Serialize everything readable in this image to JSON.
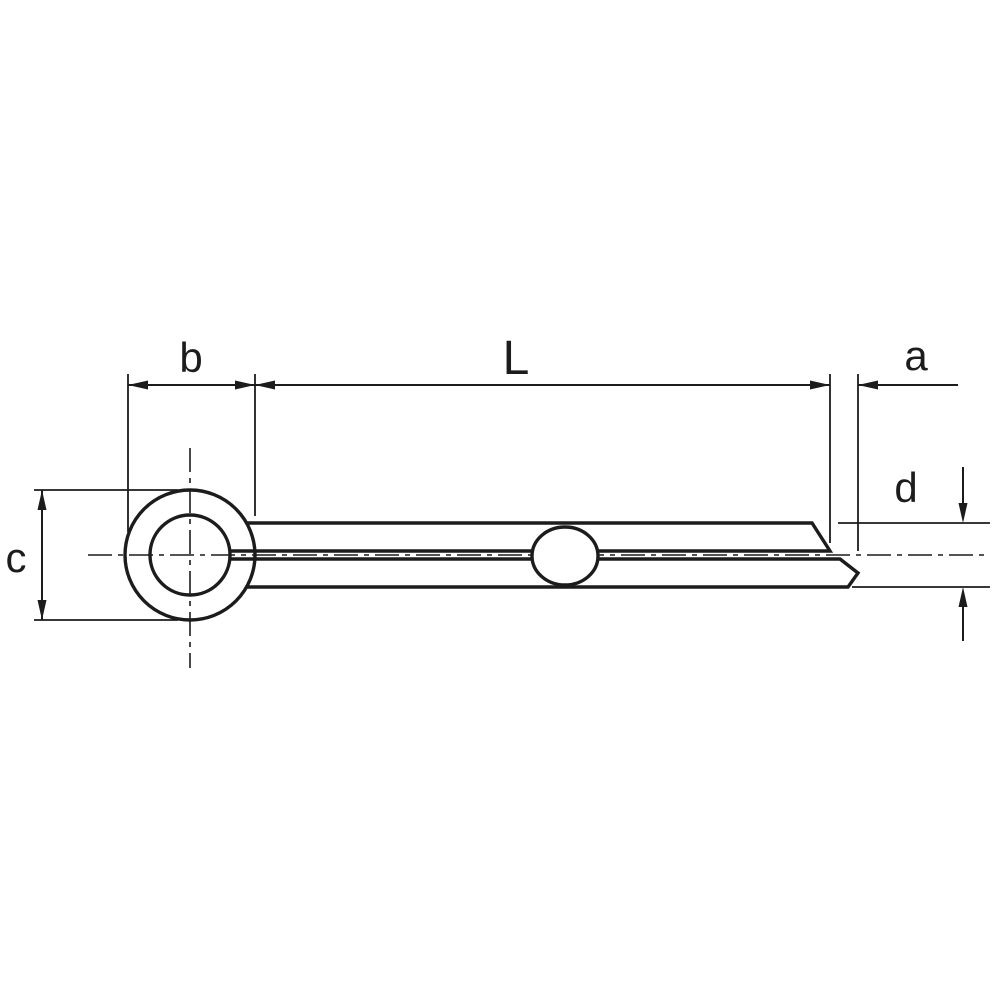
{
  "diagram": {
    "type": "technical-drawing",
    "subject": "cotter-pin-side-view",
    "background_color": "#ffffff",
    "line_color": "#1c1c1c",
    "hatch_style": "45-degree-section-hatching",
    "dimension_labels": {
      "eye_width": "b",
      "shank_length": "L",
      "tip_offset": "a",
      "eye_height": "c",
      "pin_diameter": "d"
    }
  }
}
